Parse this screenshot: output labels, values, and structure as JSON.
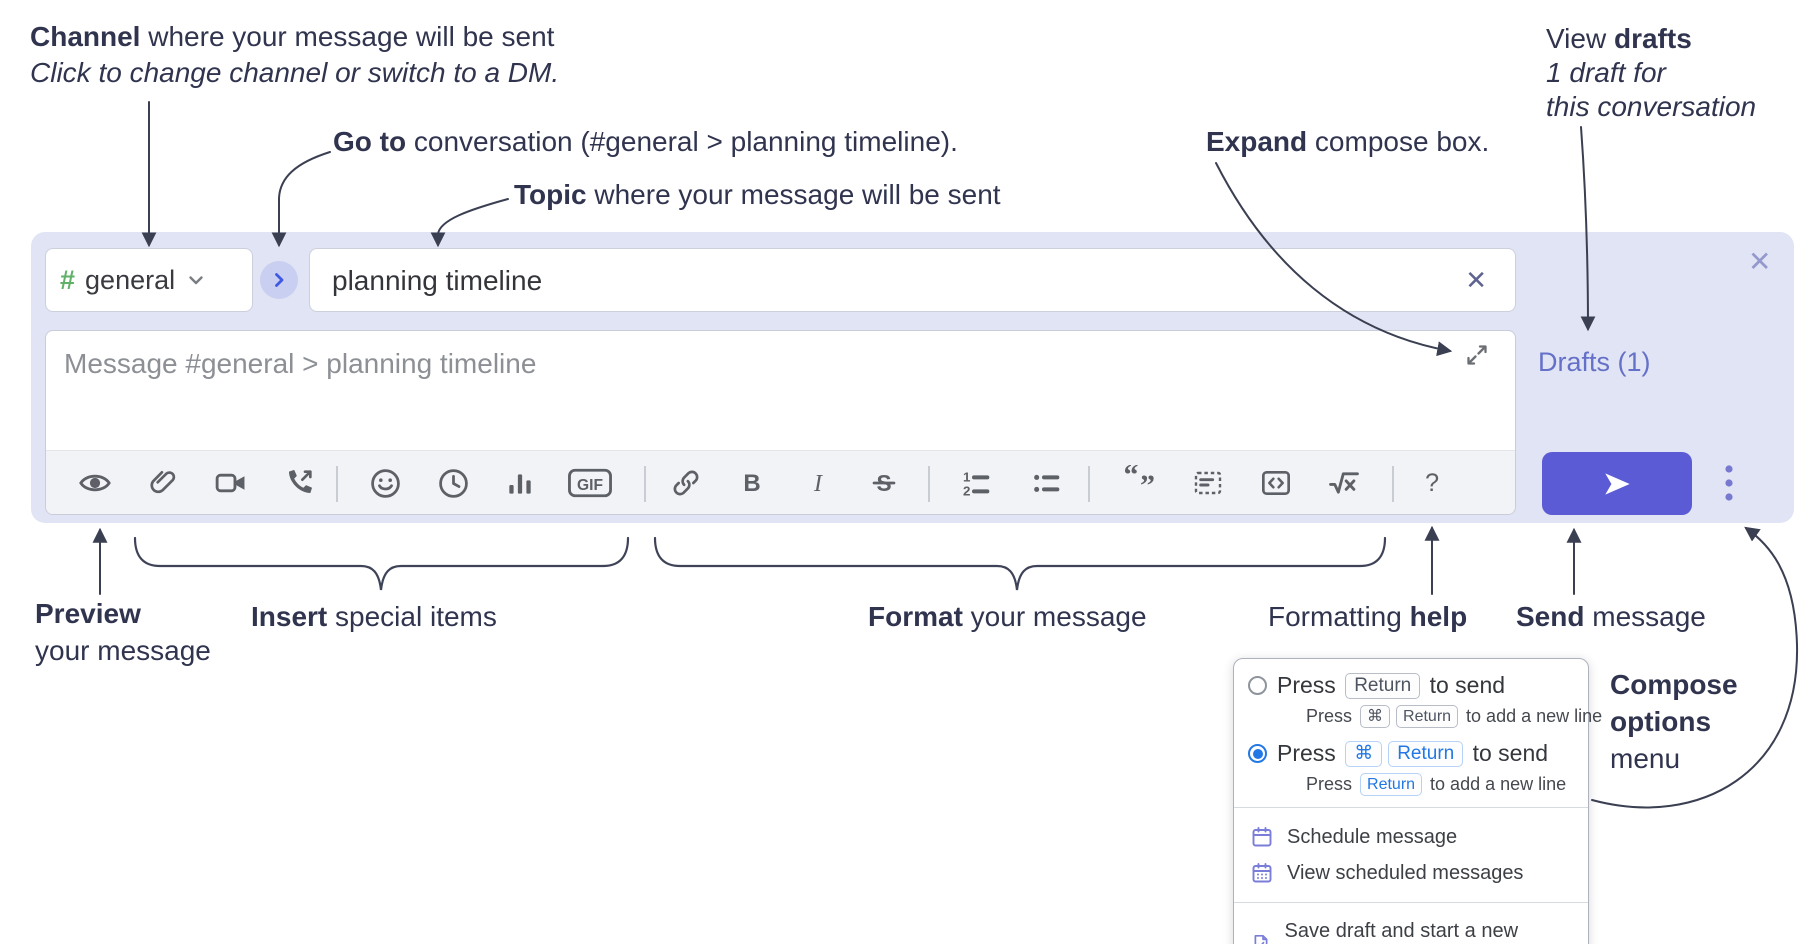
{
  "annotations": {
    "channel": {
      "bold": "Channel",
      "rest": " where your message will be sent",
      "line2": "Click to change channel or switch to a DM."
    },
    "goto": {
      "bold": "Go to",
      "rest": " conversation (#general > planning timeline)."
    },
    "topic": {
      "bold": "Topic",
      "rest": " where your message will be sent"
    },
    "expand": {
      "bold": "Expand",
      "rest": " compose box."
    },
    "view_drafts": {
      "pre": "View ",
      "bold": "drafts",
      "line2": "1 draft for",
      "line3": "this conversation"
    },
    "preview": {
      "bold": "Preview",
      "line2": "your message"
    },
    "insert": {
      "bold": "Insert",
      "rest": " special items"
    },
    "format": {
      "bold": "Format",
      "rest": " your message"
    },
    "formatting_help": {
      "pre": "Formatting ",
      "bold": "help"
    },
    "send": {
      "bold": "Send",
      "rest": " message"
    },
    "compose_options": {
      "line1": "Compose",
      "line2": "options",
      "line3": "menu"
    }
  },
  "compose": {
    "channel": {
      "hash": "#",
      "name": "general"
    },
    "topic": {
      "value": "planning timeline",
      "clear_glyph": "✕"
    },
    "close_glyph": "✕",
    "message_placeholder": "Message #general > planning timeline",
    "drafts_link": "Drafts (1)",
    "toolbar": {
      "glyphs": {
        "bold": "B",
        "italic": "I",
        "strike": "S",
        "gif": "GIF",
        "help": "?",
        "quote": "“”",
        "ol1": "1",
        "ol2": "2"
      },
      "buttons": [
        "preview",
        "attach-file",
        "video-call",
        "voice-call",
        "emoji",
        "global-time",
        "poll",
        "gif",
        "link",
        "bold",
        "italic",
        "strikethrough",
        "numbered-list",
        "bulleted-list",
        "quote",
        "spoiler",
        "code",
        "math",
        "formatting-help"
      ]
    },
    "icons": {
      "send": "paper-plane",
      "expand": "diagonal-expand-arrows",
      "goto": "chevron-right",
      "channel_dropdown": "chevron-down",
      "options": "vertical-ellipsis"
    }
  },
  "menu": {
    "opt1": {
      "pre": "Press ",
      "kbd1": "Return",
      "post": " to send",
      "sub_pre": "Press ",
      "sub_kbd1": "⌘",
      "sub_kbd2": "Return",
      "sub_post": " to add a new line"
    },
    "opt2": {
      "pre": "Press ",
      "kbd1": "⌘",
      "kbd2": "Return",
      "post": " to send",
      "sub_pre": "Press ",
      "sub_kbd1": "Return",
      "sub_post": " to add a new line"
    },
    "items": [
      "Schedule message",
      "View scheduled messages",
      "Save draft and start a new message"
    ]
  },
  "colors": {
    "accent_indigo": "#5b5bd6",
    "lavender_bg": "#e1e4f4",
    "link_blue": "#2278e5",
    "drafts_link": "#6571c8",
    "hash_green": "#5fb167",
    "menu_icon_purple": "#7b7ed8"
  }
}
